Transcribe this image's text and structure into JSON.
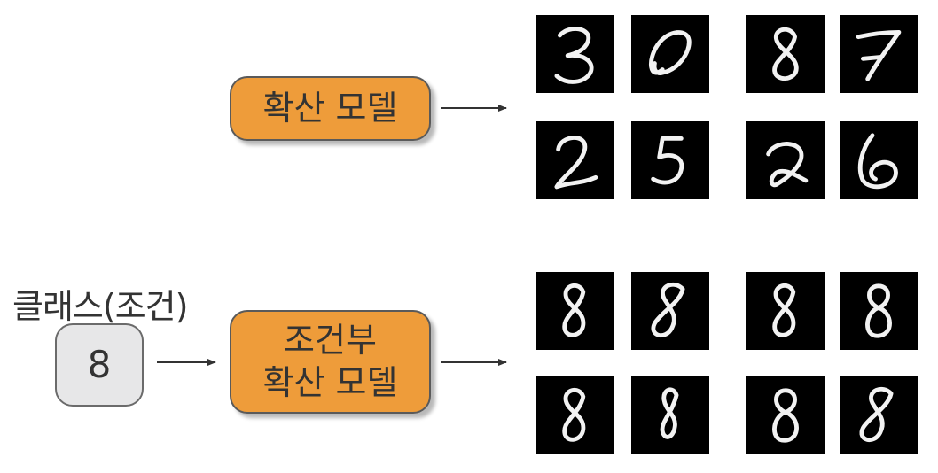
{
  "top_row": {
    "model_label": "확산 모델",
    "samples": [
      "3",
      "0",
      "8",
      "7",
      "2",
      "5",
      "2",
      "6"
    ]
  },
  "bottom_row": {
    "condition_caption": "클래스(조건)",
    "condition_value": "8",
    "model_label_lines": [
      "조건부",
      "확산 모델"
    ],
    "samples": [
      "8",
      "8",
      "8",
      "8",
      "8",
      "8",
      "8",
      "8"
    ]
  },
  "colors": {
    "model_box": "#ee9c3a",
    "condition_box": "#e7e7e8",
    "sample_background": "#000000",
    "sample_stroke": "#f2f2f2"
  }
}
